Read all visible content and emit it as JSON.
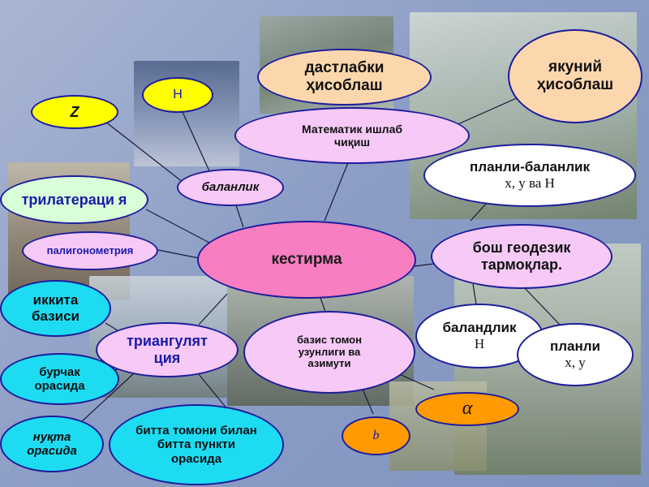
{
  "nodes": {
    "center": "кестирма",
    "initial_calc": "дастлабки ҳисоблаш",
    "final_calc": "якуний ҳисоблаш",
    "math_processing": "Математик ишлаб чиқиш",
    "plan_height_title": "планли-баланлик",
    "plan_height_sub": "х, у ва Н",
    "free_geodetic": "бош геодезик тармоқлар.",
    "height_title": "баландлик",
    "height_sub": "Н",
    "plan_title": "планли",
    "plan_sub": "х, у",
    "base_side": "базис томон узунлиги ва азимути",
    "alpha": "α",
    "b": "b",
    "triangulation": "триангулят ция",
    "one_side_one_point": "битта томони билан битта пункти орасида",
    "point_between": "нуқта орасида",
    "angle_between": "бурчак орасида",
    "two_bases": "иккита базиси",
    "polygonometry": "палигонометрия",
    "trilateration": "трилатераци я",
    "balanlik": "баланлик",
    "H": "Н",
    "Z": "Z"
  },
  "colors": {
    "center_fill": "#f77ec0",
    "pink_fill": "#f6c9f6",
    "white_fill": "#ffffff",
    "cyan_fill": "#1ddcf2",
    "yellow_fill": "#ffff00",
    "orange_fill": "#ff9a00",
    "peach_fill": "#fcd7ad",
    "green_fill": "#d9ffd9",
    "text_blue": "#1a1aa8",
    "border": "#1d1d9b"
  }
}
